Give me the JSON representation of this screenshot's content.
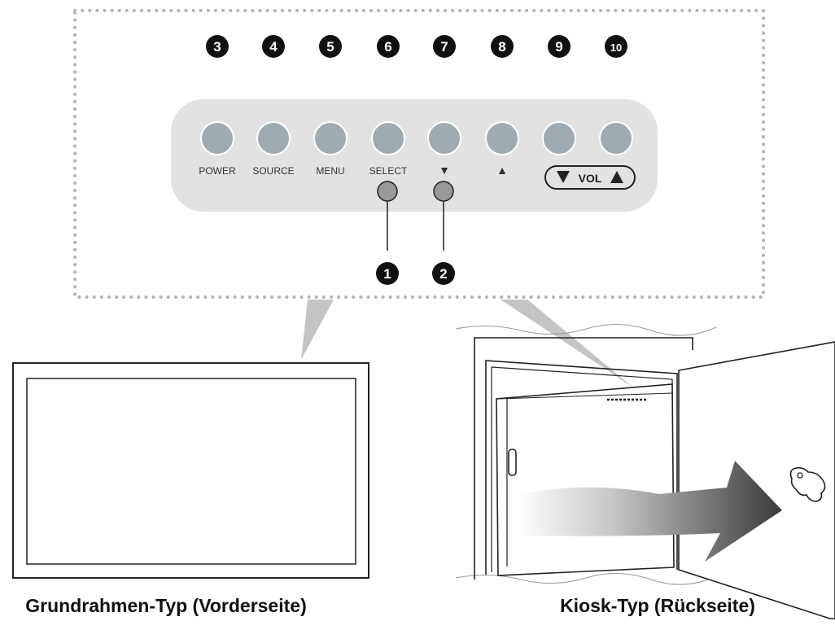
{
  "panel": {
    "buttons": [
      {
        "num": "3",
        "label": "POWER"
      },
      {
        "num": "4",
        "label": "SOURCE"
      },
      {
        "num": "5",
        "label": "MENU"
      },
      {
        "num": "6",
        "label": "SELECT"
      },
      {
        "num": "7",
        "label": "▼"
      },
      {
        "num": "8",
        "label": "▲"
      },
      {
        "num": "9",
        "label": "▼"
      },
      {
        "num": "10",
        "label": "▲"
      }
    ],
    "vol_label": "VOL",
    "small_buttons": [
      {
        "num": "1"
      },
      {
        "num": "2"
      }
    ]
  },
  "captions": {
    "left": "Grundrahmen-Typ (Vorderseite)",
    "right": "Kiosk-Typ (Rückseite)"
  },
  "colors": {
    "panel_bg": "#e2e2e2",
    "button_fill": "#9fabb1",
    "badge_fill": "#111111",
    "dots": "#b4b4b4"
  }
}
